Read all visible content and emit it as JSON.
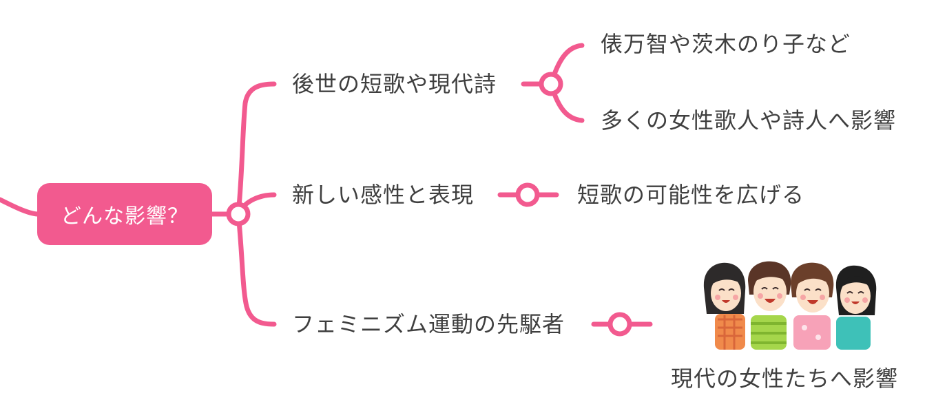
{
  "theme": {
    "branch_color": "#f25a8f",
    "text_color": "#3f3f3f",
    "background": "#ffffff"
  },
  "mindmap": {
    "root": {
      "label": "どんな影響？"
    },
    "branches": [
      {
        "label": "後世の短歌や現代詩",
        "children": [
          "俵万智や茨木のり子など",
          "多くの女性歌人や詩人へ影響"
        ]
      },
      {
        "label": "新しい感性と表現",
        "children": [
          "短歌の可能性を広げる"
        ]
      },
      {
        "label": "フェミニズム運動の先駆者",
        "children": [
          "現代の女性たちへ影響"
        ],
        "illustration": "four-women-hugging-illustration"
      }
    ]
  }
}
